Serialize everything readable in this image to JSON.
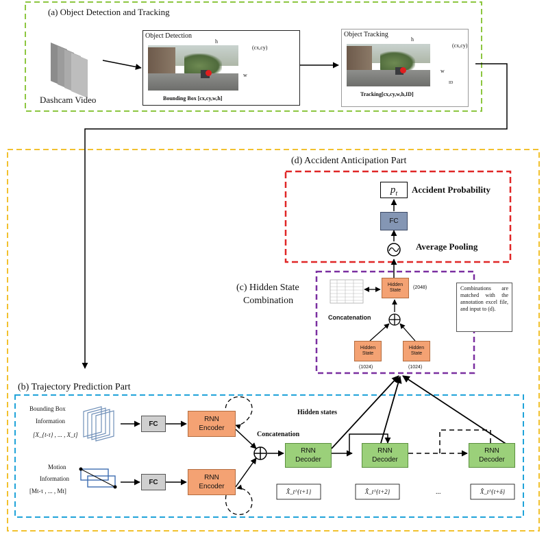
{
  "part_a": {
    "title": "(a) Object Detection and Tracking",
    "dashcam_label": "Dashcam Video",
    "detection": {
      "title": "Object Detection",
      "h_label": "h",
      "w_label": "w",
      "center_label": "(cx,cy)",
      "caption": "Bounding Box [cx,cy,w,h]"
    },
    "tracking": {
      "title": "Object Tracking",
      "h_label": "h",
      "w_label": "w",
      "center_label": "(cx,cy)",
      "id_label": "ID",
      "caption": "Tracking[cx,cy,w,h,ID]"
    }
  },
  "part_d": {
    "title": "(d) Accident Anticipation Part",
    "pt_label": "p",
    "pt_sub": "t",
    "probability_label": "Accident Probability",
    "fc_label": "FC",
    "pooling_label": "Average Pooling"
  },
  "part_c": {
    "title_line1": "(c) Hidden State",
    "title_line2": "Combination",
    "hidden_state_label": "Hidden State",
    "top_dim": "(2048)",
    "left_dim": "(1024)",
    "right_dim": "(1024)",
    "concatenation_label": "Concatenation",
    "note": "Combinations are matched with the annotation excel file, and input to (d)."
  },
  "part_b": {
    "title": "(b) Trajectory Prediction Part",
    "bbox_info_line1": "Bounding Box",
    "bbox_info_line2": "Information",
    "bbox_seq": "[X_{t-τ} , ... , X_t]",
    "motion_line1": "Motion",
    "motion_line2": "Information",
    "motion_seq": "[Mt-τ , ... , Mt]",
    "fc_label": "FC",
    "encoder_line1": "RNN",
    "encoder_line2": "Encoder",
    "decoder_line1": "RNN",
    "decoder_line2": "Decoder",
    "concatenation_label": "Concatenation",
    "hidden_states_label": "Hidden states",
    "outputs": [
      "X̂_t^{t+1}",
      "X̂_t^{t+2}",
      "X̂_t^{t+δ}"
    ],
    "ellipsis": "..."
  },
  "colors": {
    "green_dash": "#8cc63f",
    "yellow_dash": "#f2c12e",
    "red_dash": "#e02626",
    "purple_dash": "#7a2fa0",
    "blue_dash": "#1fa3d9",
    "encoder_fill": "#f4a273",
    "decoder_fill": "#9bd07a",
    "fc_fill": "#cfcfcf",
    "d_fc_fill": "#8496b4"
  }
}
